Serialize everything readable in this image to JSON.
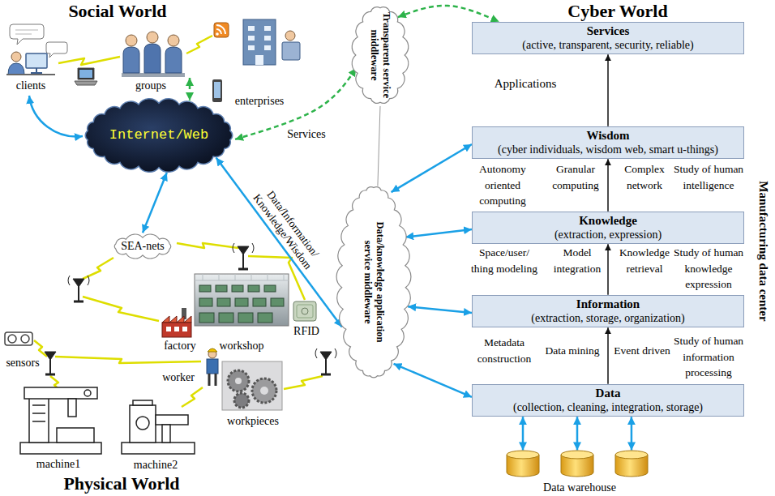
{
  "diagram": {
    "nodes": [
      {
        "text": [
          "Transparent service middleware"
        ]
      },
      {
        "text": [
          "Services",
          "(active, transparent, security, reliable)"
        ]
      },
      {
        "text": [
          "Internet/Web"
        ]
      },
      {
        "text": [
          "Wisdom",
          "(cyber individuals, wisdom web, smart u-things)"
        ]
      },
      {
        "text": [
          "Knowledge",
          "(extraction, expression)"
        ]
      },
      {
        "text": [
          "Data/knowledge application service middleware"
        ]
      },
      {
        "text": [
          "Information",
          "(extraction, storage, organization)"
        ]
      },
      {
        "text": [
          "SEA-nets"
        ]
      },
      {
        "text": [
          "Data",
          "(collection, cleaning, integration, storage)"
        ]
      },
      {
        "text": [
          "Data warehouse"
        ]
      }
    ],
    "edges": [
      {
        "from": 2,
        "to": 0,
        "arrow": "both",
        "label": "Services"
      },
      {
        "from": 0,
        "to": 1,
        "arrow": "both"
      },
      {
        "from": 0,
        "to": 5,
        "arrow": "none"
      },
      {
        "from": 2,
        "to": 5,
        "arrow": "both",
        "label": "Data/Information/ Knowledge/Wisdom"
      },
      {
        "from": 2,
        "to": 7,
        "arrow": "both"
      },
      {
        "from": 5,
        "to": 3,
        "arrow": "both"
      },
      {
        "from": 5,
        "to": 4,
        "arrow": "both"
      },
      {
        "from": 5,
        "to": 6,
        "arrow": "both"
      },
      {
        "from": 5,
        "to": 8,
        "arrow": "both"
      },
      {
        "from": 8,
        "to": 6,
        "arrow": "to"
      },
      {
        "from": 6,
        "to": 4,
        "arrow": "to"
      },
      {
        "from": 4,
        "to": 3,
        "arrow": "to"
      },
      {
        "from": 3,
        "to": 1,
        "arrow": "to",
        "label": "Applications"
      },
      {
        "from": 8,
        "to": 9,
        "arrow": "both"
      },
      {
        "from": 8,
        "to": 9,
        "arrow": "both"
      },
      {
        "from": 8,
        "to": 9,
        "arrow": "both"
      }
    ],
    "labels": [
      "Social World",
      "clients",
      "groups",
      "enterprises",
      "Cyber World",
      "Autonomy oriented computing",
      "Granular computing",
      "Complex network",
      "Study of human intelligence",
      "Space/user/ thing modeling",
      "Model integration",
      "Knowledge retrieval",
      "Study of human knowledge expression",
      "Metadata construction",
      "Data mining",
      "Event driven",
      "Study of human information processing",
      "Manufacturing data center",
      "factory",
      "workshop",
      "RFID",
      "sensors",
      "worker",
      "workpieces",
      "machine1",
      "machine2",
      "Physical World"
    ]
  }
}
